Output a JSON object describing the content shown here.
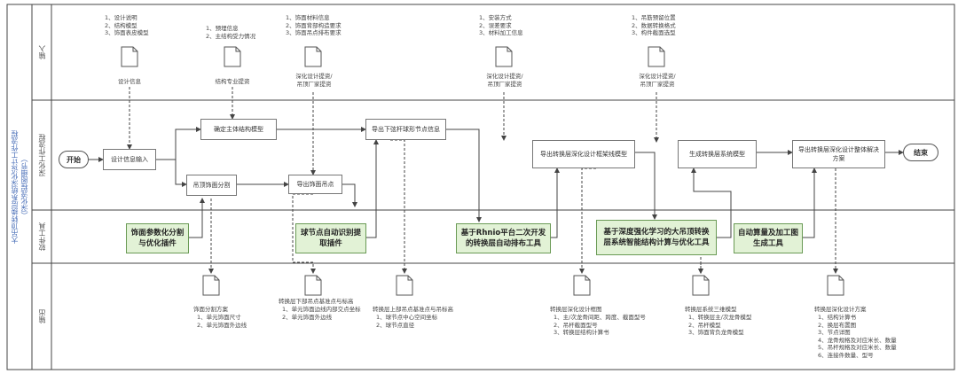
{
  "title": "大吊顶转换层系统深化设计工作流程\n（深化流程图细节）",
  "lanes": [
    "输入",
    "深化工作流程",
    "软件工具",
    "输出"
  ],
  "start": "开始",
  "end": "结束",
  "input_docs": [
    {
      "lines": "1、设计说明\n2、结构模型\n3、饰面表皮模型",
      "caption": "设计信息"
    },
    {
      "lines": "1、预埋信息\n2、主结构受力情况",
      "caption": "结构专业提资"
    },
    {
      "lines": "1、饰面材料信息\n2、饰面背部构造要求\n3、饰面吊点排布要求",
      "caption": "深化设计提资/\n吊顶厂家提资"
    },
    {
      "lines": "1、安装方式\n2、误差要求\n3、材料加工信息",
      "caption": "深化设计提资/\n吊顶厂家提资"
    },
    {
      "lines": "1、吊筋预留位置\n2、数据转换格式\n3、构件截面选型",
      "caption": "深化设计提资/\n吊顶厂家提资"
    }
  ],
  "process": {
    "input_info": "设计信息输入",
    "main_model": "确定主体结构模型",
    "ceiling_split": "吊顶饰面分割",
    "export_points": "导出饰面吊点",
    "export_nodes": "导出下弦杆球形节点信息",
    "export_framework": "导出转换层深化设计框架线模型",
    "gen_model": "生成转换层系统模型",
    "export_plan": "导出转换层深化设计整体解决方案"
  },
  "tools": {
    "t1": "饰面参数化分割与优化插件",
    "t2": "球节点自动识别提取插件",
    "t3": "基于Rhnio平台二次开发的转换层自动排布工具",
    "t4": "基于深度强化学习的大吊顶转换层系统智能结构计算与优化工具",
    "t5": "自动算量及加工图生成工具"
  },
  "outputs": [
    {
      "caption": "饰面分割方案",
      "lines": "1、单元饰面尺寸\n2、单元饰面外边线"
    },
    {
      "caption": "转换层下部吊点基准点与标高",
      "lines": "1、单元饰面边线内部交点坐标\n2、单元饰面外边线"
    },
    {
      "caption": "转换层上部吊点基准点与吊标高",
      "lines": "1、球节点中心空间坐标\n2、球节点直径"
    },
    {
      "caption": "转换层深化设计框图",
      "lines": "1、主/次龙骨间距、跨度、截面型号\n2、吊杆截面型号\n3、转换层结构计算书"
    },
    {
      "caption": "转换层系统三维模型",
      "lines": "1、转换层主/次龙骨模型\n2、吊杆模型\n3、饰面背负龙骨模型"
    },
    {
      "caption": "转换层深化设计方案",
      "lines": "1、结构计算书\n2、换层布置图\n3、节点详图\n4、龙骨规格及对应米长、数量\n5、吊杆规格及对应米长、数量\n6、连接件数量、型号"
    }
  ]
}
